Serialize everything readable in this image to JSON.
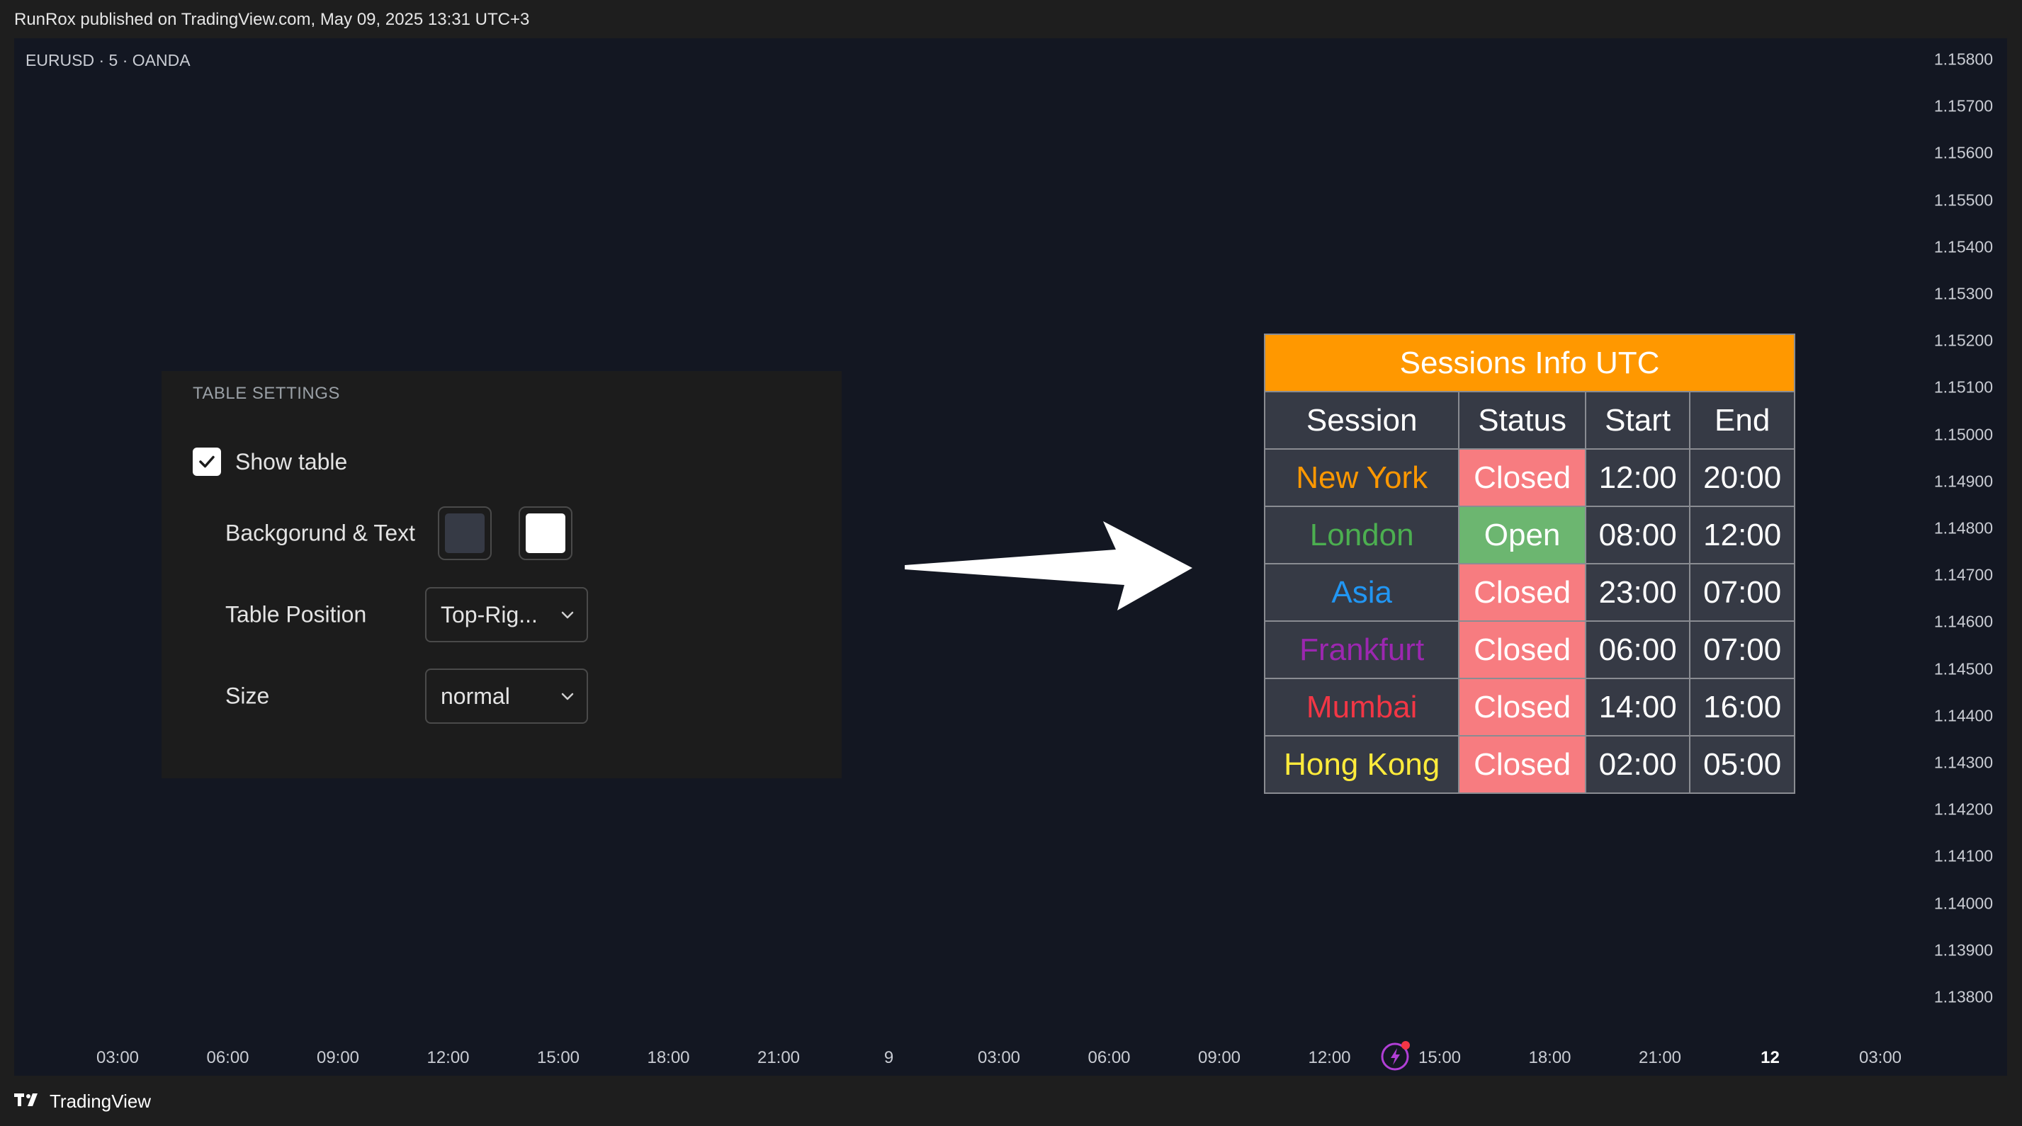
{
  "topbar": {
    "published": "RunRox published on TradingView.com, May 09, 2025 13:31 UTC+3"
  },
  "chart": {
    "symbol": "EURUSD · 5 · OANDA",
    "price_labels": [
      "1.15800",
      "1.15700",
      "1.15600",
      "1.15500",
      "1.15400",
      "1.15300",
      "1.15200",
      "1.15100",
      "1.15000",
      "1.14900",
      "1.14800",
      "1.14700",
      "1.14600",
      "1.14500",
      "1.14400",
      "1.14300",
      "1.14200",
      "1.14100",
      "1.14000",
      "1.13900",
      "1.13800"
    ],
    "time_labels": [
      {
        "text": "03:00",
        "bold": false
      },
      {
        "text": "06:00",
        "bold": false
      },
      {
        "text": "09:00",
        "bold": false
      },
      {
        "text": "12:00",
        "bold": false
      },
      {
        "text": "15:00",
        "bold": false
      },
      {
        "text": "18:00",
        "bold": false
      },
      {
        "text": "21:00",
        "bold": false
      },
      {
        "text": "9",
        "bold": false
      },
      {
        "text": "03:00",
        "bold": false
      },
      {
        "text": "06:00",
        "bold": false
      },
      {
        "text": "09:00",
        "bold": false
      },
      {
        "text": "12:00",
        "bold": false
      },
      {
        "text": "15:00",
        "bold": false
      },
      {
        "text": "18:00",
        "bold": false
      },
      {
        "text": "21:00",
        "bold": false
      },
      {
        "text": "12",
        "bold": true
      },
      {
        "text": "03:00",
        "bold": false
      }
    ]
  },
  "settings": {
    "title": "TABLE SETTINGS",
    "show_table_label": "Show table",
    "show_table_checked": true,
    "background_text_label": "Backgorund & Text",
    "background_color": "#363a45",
    "text_color": "#ffffff",
    "position_label": "Table Position",
    "position_value": "Top-Rig...",
    "size_label": "Size",
    "size_value": "normal"
  },
  "sessions": {
    "title": "Sessions Info UTC",
    "headers": [
      "Session",
      "Status",
      "Start",
      "End"
    ],
    "rows": [
      {
        "name": "New York",
        "name_color": "#ff9800",
        "status": "Closed",
        "status_color": "#f77c80",
        "start": "12:00",
        "end": "20:00"
      },
      {
        "name": "London",
        "name_color": "#4caf50",
        "status": "Open",
        "status_color": "#6cb670",
        "start": "08:00",
        "end": "12:00"
      },
      {
        "name": "Asia",
        "name_color": "#2196f3",
        "status": "Closed",
        "status_color": "#f77c80",
        "start": "23:00",
        "end": "07:00"
      },
      {
        "name": "Frankfurt",
        "name_color": "#9c27b0",
        "status": "Closed",
        "status_color": "#f77c80",
        "start": "06:00",
        "end": "07:00"
      },
      {
        "name": "Mumbai",
        "name_color": "#f23645",
        "status": "Closed",
        "status_color": "#f77c80",
        "start": "14:00",
        "end": "16:00"
      },
      {
        "name": "Hong Kong",
        "name_color": "#ffeb3b",
        "status": "Closed",
        "status_color": "#f77c80",
        "start": "02:00",
        "end": "05:00"
      }
    ]
  },
  "footer": {
    "brand": "TradingView"
  },
  "icons": {
    "logo": "tradingview-logo-icon",
    "alert": "lightning-alert-icon",
    "checkmark": "checkmark-icon",
    "chevron": "chevron-down-icon",
    "arrow": "right-arrow-icon"
  }
}
